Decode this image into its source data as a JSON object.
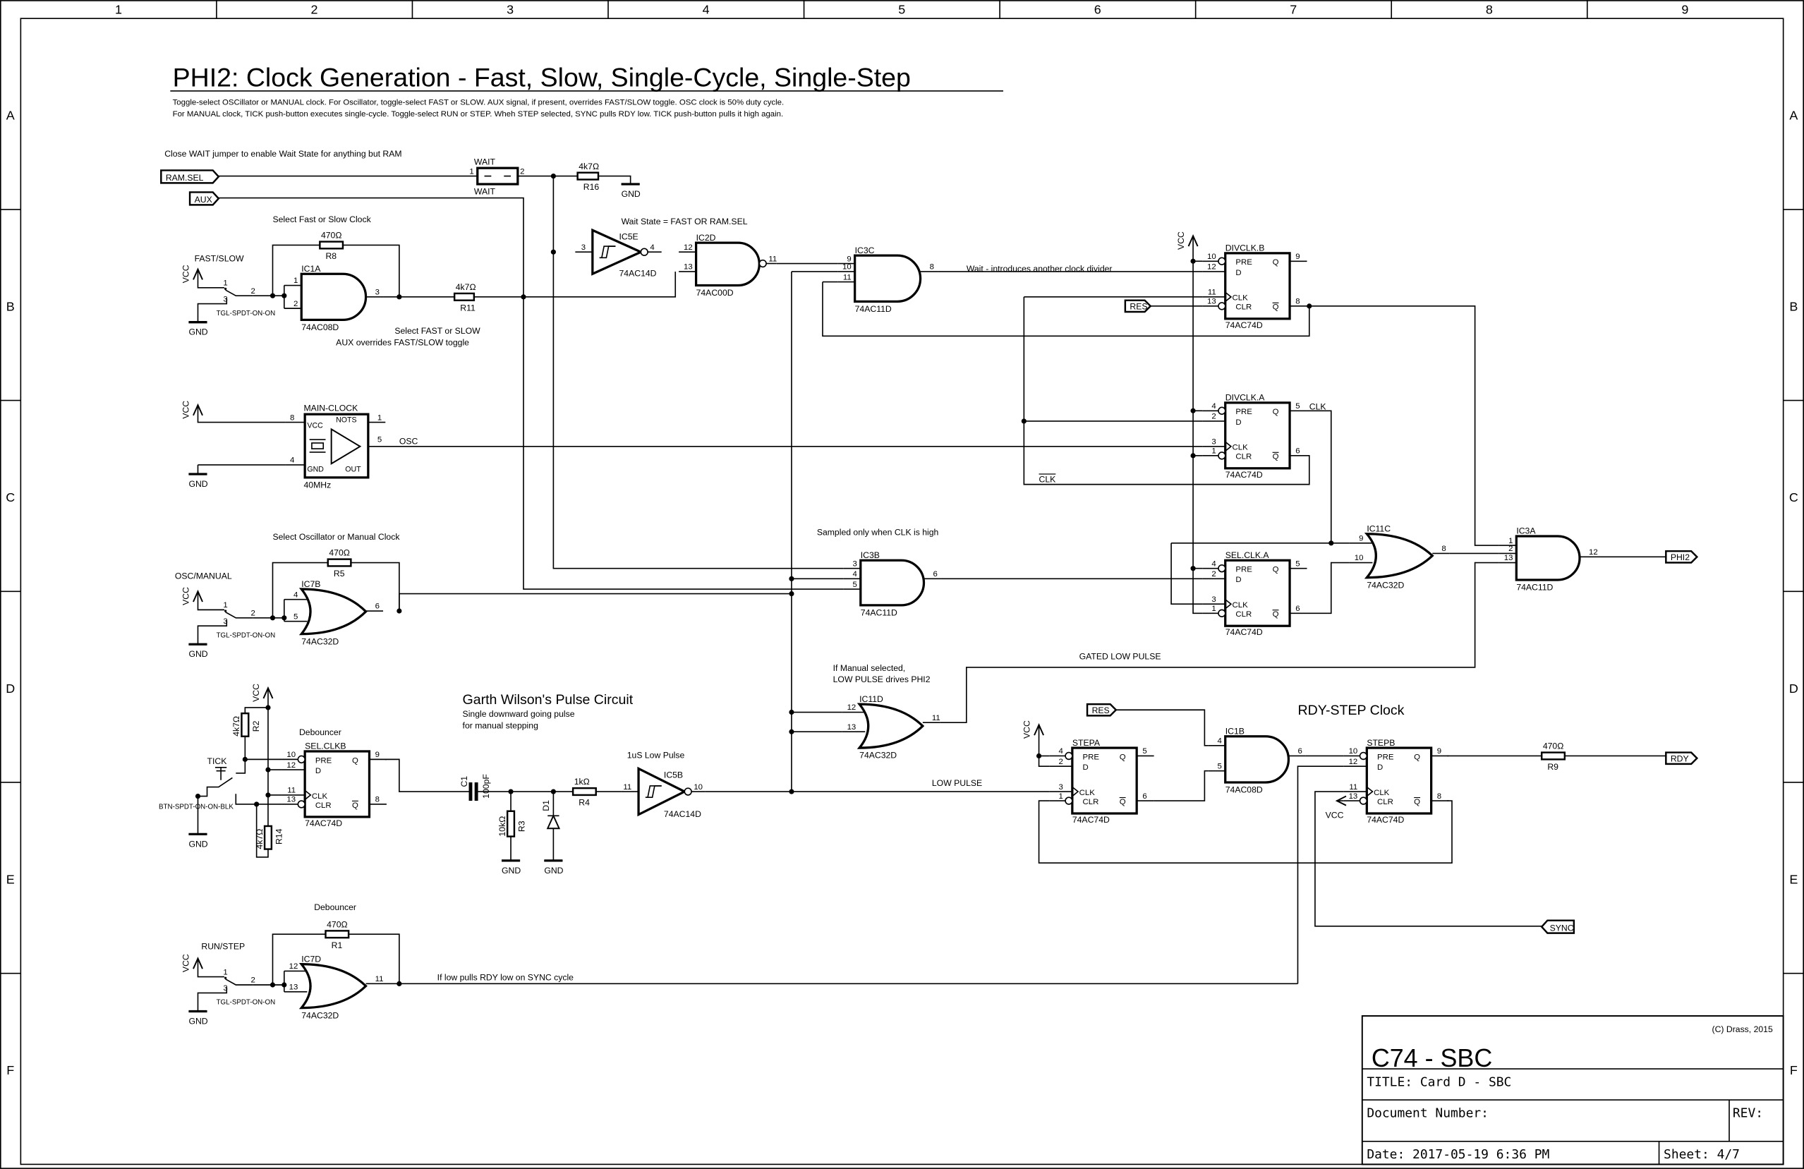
{
  "frame": {
    "columns": [
      "1",
      "2",
      "3",
      "4",
      "5",
      "6",
      "7",
      "8",
      "9"
    ],
    "rows": [
      "A",
      "B",
      "C",
      "D",
      "E",
      "F"
    ]
  },
  "header": {
    "title": "PHI2: Clock Generation - Fast, Slow, Single-Cycle, Single-Step",
    "notes": [
      "Toggle-select OSCillator or MANUAL clock. For Oscillator, toggle-select FAST or SLOW. AUX signal, if present, overrides FAST/SLOW toggle. OSC clock is 50% duty cycle.",
      "For MANUAL clock, TICK push-button executes single-cycle. Toggle-select RUN or STEP. Wheh STEP selected, SYNC pulls RDY low. TICK push-button pulls it high again."
    ]
  },
  "notes": {
    "wait_jumper": "Close WAIT jumper to enable Wait State for anything but RAM",
    "wait_state": "Wait State = FAST OR RAM.SEL",
    "select_fast_slow_clock": "Select Fast or Slow Clock",
    "select_fast_or_slow": "Select FAST or SLOW",
    "aux_overrides": "AUX overrides FAST/SLOW toggle",
    "wait_divider": "Wait - introduces another clock divider",
    "select_osc": "Select Oscillator or Manual Clock",
    "sampled": "Sampled only when CLK is high",
    "gated_low_pulse": "GATED LOW PULSE",
    "manual_1": "If Manual selected,",
    "manual_2": "LOW PULSE drives PHI2",
    "pulse_title": "Garth Wilson's Pulse Circuit",
    "pulse_sub_1": "Single downward going pulse",
    "pulse_sub_2": "for manual stepping",
    "low_pulse_1us": "1uS Low Pulse",
    "low_pulse": "LOW PULSE",
    "rdy_step": "RDY-STEP Clock",
    "debouncer": "Debouncer",
    "run_step_note": "If low pulls RDY low on SYNC cycle"
  },
  "ports": {
    "ram_sel": "RAM.SEL",
    "aux": "AUX",
    "res": "RES",
    "phi2": "PHI2",
    "rdy": "RDY",
    "sync": "SYNC"
  },
  "nets": {
    "osc": "OSC",
    "clk": "CLK",
    "clk_n": "CLK",
    "vcc": "VCC",
    "gnd": "GND"
  },
  "switches": {
    "fast_slow": {
      "label": "FAST/SLOW",
      "part": "TGL-SPDT-ON-ON",
      "pins": [
        "1",
        "2",
        "3"
      ]
    },
    "osc_manual": {
      "label": "OSC/MANUAL",
      "part": "TGL-SPDT-ON-ON",
      "pins": [
        "1",
        "2",
        "3"
      ]
    },
    "run_step": {
      "label": "RUN/STEP",
      "part": "TGL-SPDT-ON-ON",
      "pins": [
        "1",
        "2",
        "3"
      ]
    },
    "tick": {
      "label": "TICK",
      "part": "BTN-SPDT-ON-ON-BLK"
    }
  },
  "ff_pins": {
    "pre": "PRE",
    "d": "D",
    "clk": "CLK",
    "clr": "CLR",
    "q": "Q",
    "qn": "Q"
  },
  "parts": {
    "ic1a": {
      "name": "IC1A",
      "part": "74AC08D",
      "pins": [
        "1",
        "2",
        "3"
      ]
    },
    "ic7b": {
      "name": "IC7B",
      "part": "74AC32D",
      "pins": [
        "4",
        "5",
        "6"
      ]
    },
    "ic7d": {
      "name": "IC7D",
      "part": "74AC32D",
      "pins": [
        "12",
        "13",
        "11"
      ]
    },
    "ic5e": {
      "name": "IC5E",
      "part": "74AC14D",
      "pins": [
        "3",
        "4"
      ]
    },
    "ic2d": {
      "name": "IC2D",
      "part": "74AC00D",
      "pins": [
        "12",
        "13",
        "11"
      ]
    },
    "ic3c": {
      "name": "IC3C",
      "part": "74AC11D",
      "pins": [
        "9",
        "10",
        "11",
        "8"
      ]
    },
    "ic3b": {
      "name": "IC3B",
      "part": "74AC11D",
      "pins": [
        "3",
        "4",
        "5",
        "6"
      ]
    },
    "ic3a": {
      "name": "IC3A",
      "part": "74AC11D",
      "pins": [
        "1",
        "2",
        "13",
        "12"
      ]
    },
    "ic11c": {
      "name": "IC11C",
      "part": "74AC32D",
      "pins": [
        "9",
        "10",
        "8"
      ]
    },
    "ic11d": {
      "name": "IC11D",
      "part": "74AC32D",
      "pins": [
        "12",
        "13",
        "11"
      ]
    },
    "ic1b": {
      "name": "IC1B",
      "part": "74AC08D",
      "pins": [
        "4",
        "5",
        "6"
      ]
    },
    "ic5b": {
      "name": "IC5B",
      "part": "74AC14D",
      "pins": [
        "11",
        "10"
      ]
    },
    "divclk_b": {
      "name": "DIVCLK.B",
      "part": "74AC74D",
      "pins": [
        "10",
        "12",
        "11",
        "13",
        "9",
        "8"
      ]
    },
    "divclk_a": {
      "name": "DIVCLK.A",
      "part": "74AC74D",
      "pins": [
        "4",
        "2",
        "3",
        "1",
        "5",
        "6"
      ]
    },
    "selclk_a": {
      "name": "SEL.CLK.A",
      "part": "74AC74D",
      "pins": [
        "4",
        "2",
        "3",
        "1",
        "5",
        "6"
      ]
    },
    "selclk_b": {
      "name": "SEL.CLKB",
      "part": "74AC74D",
      "pins": [
        "10",
        "12",
        "11",
        "13",
        "9",
        "8"
      ]
    },
    "stepa": {
      "name": "STEPA",
      "part": "74AC74D",
      "pins": [
        "4",
        "2",
        "3",
        "1",
        "5",
        "6"
      ]
    },
    "stepb": {
      "name": "STEPB",
      "part": "74AC74D",
      "pins": [
        "10",
        "12",
        "11",
        "13",
        "9",
        "8"
      ]
    },
    "main_clock": {
      "name": "MAIN-CLOCK",
      "freq": "40MHz",
      "pins": [
        "8",
        "4",
        "1",
        "5"
      ],
      "vcc": "VCC",
      "gnd": "GND",
      "nots": "NOTS",
      "out": "OUT"
    },
    "jumper": {
      "name": "WAIT",
      "value": "WAIT",
      "pins": [
        "1",
        "2"
      ]
    },
    "r16": {
      "name": "R16",
      "value": "4k7Ω"
    },
    "r8": {
      "name": "R8",
      "value": "470Ω"
    },
    "r11": {
      "name": "R11",
      "value": "4k7Ω"
    },
    "r5": {
      "name": "R5",
      "value": "470Ω"
    },
    "r1": {
      "name": "R1",
      "value": "470Ω"
    },
    "r2": {
      "name": "R2",
      "value": "4k7Ω"
    },
    "r14": {
      "name": "R14",
      "value": "4k7Ω"
    },
    "r3": {
      "name": "R3",
      "value": "10kΩ"
    },
    "r4": {
      "name": "R4",
      "value": "1kΩ"
    },
    "r9": {
      "name": "R9",
      "value": "470Ω"
    },
    "c1": {
      "name": "C1",
      "value": "100pF"
    },
    "d1": {
      "name": "D1"
    }
  },
  "title_block": {
    "copyright": "(C) Drass, 2015",
    "project": "C74 - SBC",
    "title": "TITLE:  Card D - SBC",
    "document_number": "Document Number:",
    "rev": "REV:",
    "date": "Date: 2017-05-19 6:36 PM",
    "sheet": "Sheet: 4/7"
  }
}
